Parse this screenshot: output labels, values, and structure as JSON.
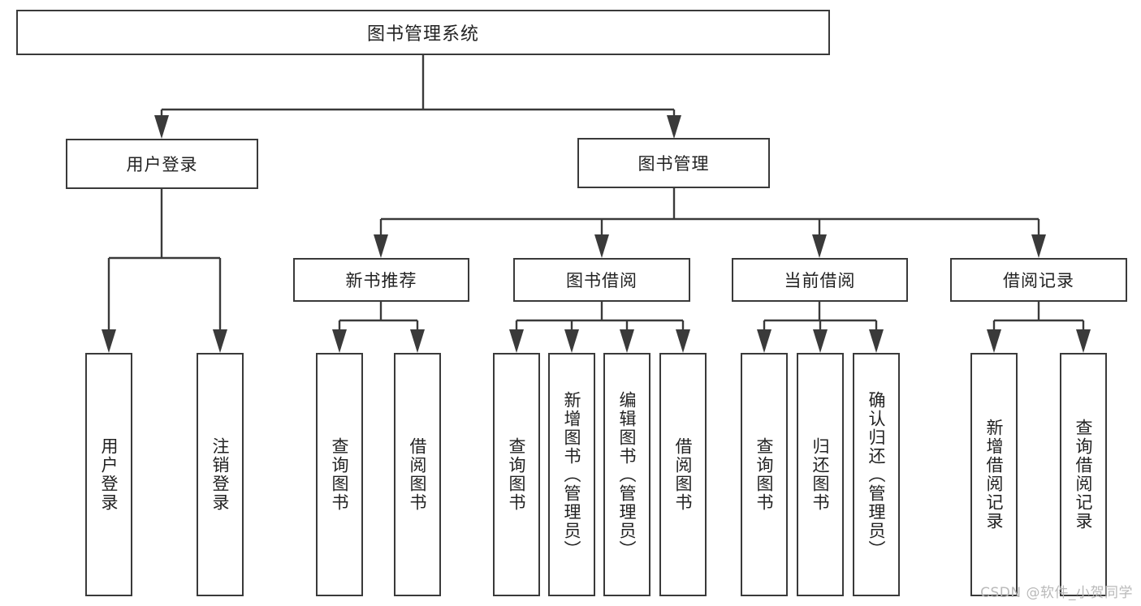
{
  "diagram": {
    "title": "图书管理系统",
    "type": "hierarchy-tree",
    "watermark": "CSDN @软件_小贺同学",
    "colors": {
      "box_border": "#3a3a3a",
      "box_fill": "#ffffff",
      "text": "#222222",
      "connector": "#3a3a3a",
      "watermark": "#b9b9b9",
      "background": "#ffffff"
    }
  },
  "nodes": {
    "root": {
      "label": "图书管理系统"
    },
    "level1": [
      {
        "id": "user-login",
        "label": "用户登录"
      },
      {
        "id": "book-manage",
        "label": "图书管理"
      }
    ],
    "level2": [
      {
        "id": "new-book-recommend",
        "label": "新书推荐"
      },
      {
        "id": "book-borrow",
        "label": "图书借阅"
      },
      {
        "id": "current-borrow",
        "label": "当前借阅"
      },
      {
        "id": "borrow-record",
        "label": "借阅记录"
      }
    ],
    "leaves": {
      "user_login": [
        {
          "id": "leaf-user-login",
          "label": "用户登录"
        },
        {
          "id": "leaf-logout",
          "label": "注销登录"
        }
      ],
      "new_book_recommend": [
        {
          "id": "leaf-query-book-1",
          "label": "查询图书"
        },
        {
          "id": "leaf-borrow-book-1",
          "label": "借阅图书"
        }
      ],
      "book_borrow": [
        {
          "id": "leaf-query-book-2",
          "label": "查询图书"
        },
        {
          "id": "leaf-add-book",
          "label": "新增图书（管理员）"
        },
        {
          "id": "leaf-edit-book",
          "label": "编辑图书（管理员）"
        },
        {
          "id": "leaf-borrow-book-2",
          "label": "借阅图书"
        }
      ],
      "current_borrow": [
        {
          "id": "leaf-query-book-3",
          "label": "查询图书"
        },
        {
          "id": "leaf-return-book",
          "label": "归还图书"
        },
        {
          "id": "leaf-confirm-return",
          "label": "确认归还（管理员）"
        }
      ],
      "borrow_record": [
        {
          "id": "leaf-add-record",
          "label": "新增借阅记录"
        },
        {
          "id": "leaf-query-record",
          "label": "查询借阅记录"
        }
      ]
    }
  }
}
